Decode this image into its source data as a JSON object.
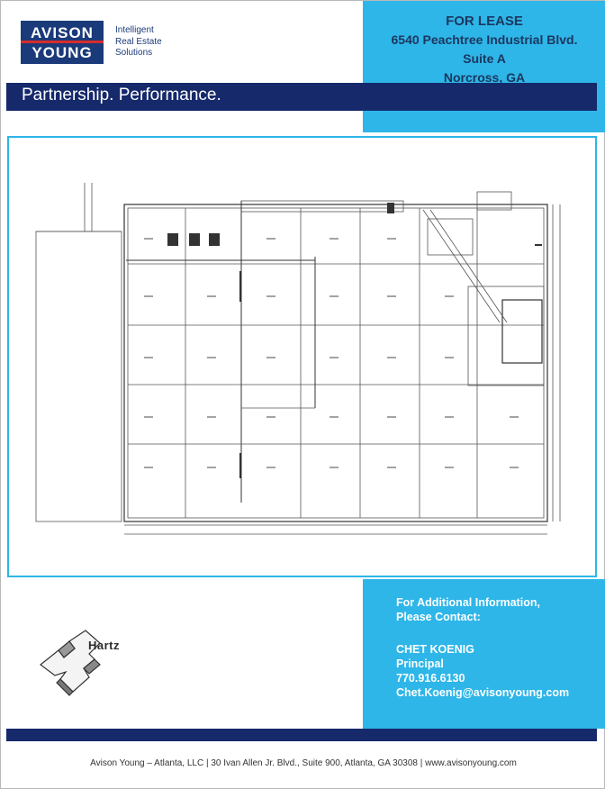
{
  "header": {
    "logo_line1": "AVISON",
    "logo_line2": "YOUNG",
    "tagline": [
      "Intelligent",
      "Real Estate",
      "Solutions"
    ],
    "slogan": "Partnership. Performance."
  },
  "listing": {
    "status": "FOR LEASE",
    "address_line1": "6540 Peachtree Industrial Blvd.",
    "address_line2": "Suite A",
    "city": "Norcross, GA"
  },
  "contact": {
    "intro_line1": "For Additional Information,",
    "intro_line2": "Please Contact:",
    "name": "CHET KOENIG",
    "title": "Principal",
    "phone": "770.916.6130",
    "email": "Chet.Koenig@avisonyoung.com"
  },
  "partner_logo": {
    "name": "HARTZ",
    "display": "Hartz"
  },
  "footer": {
    "text": "Avison Young – Atlanta, LLC | 30 Ivan Allen Jr. Blvd., Suite 900, Atlanta, GA 30308 | www.avisonyoung.com"
  },
  "colors": {
    "navy": "#15296b",
    "cyan": "#2eb6e8",
    "logo_red": "#d62c2c"
  },
  "icons": [
    "avison-young-logo",
    "hartz-logo",
    "floor-plan-drawing"
  ]
}
